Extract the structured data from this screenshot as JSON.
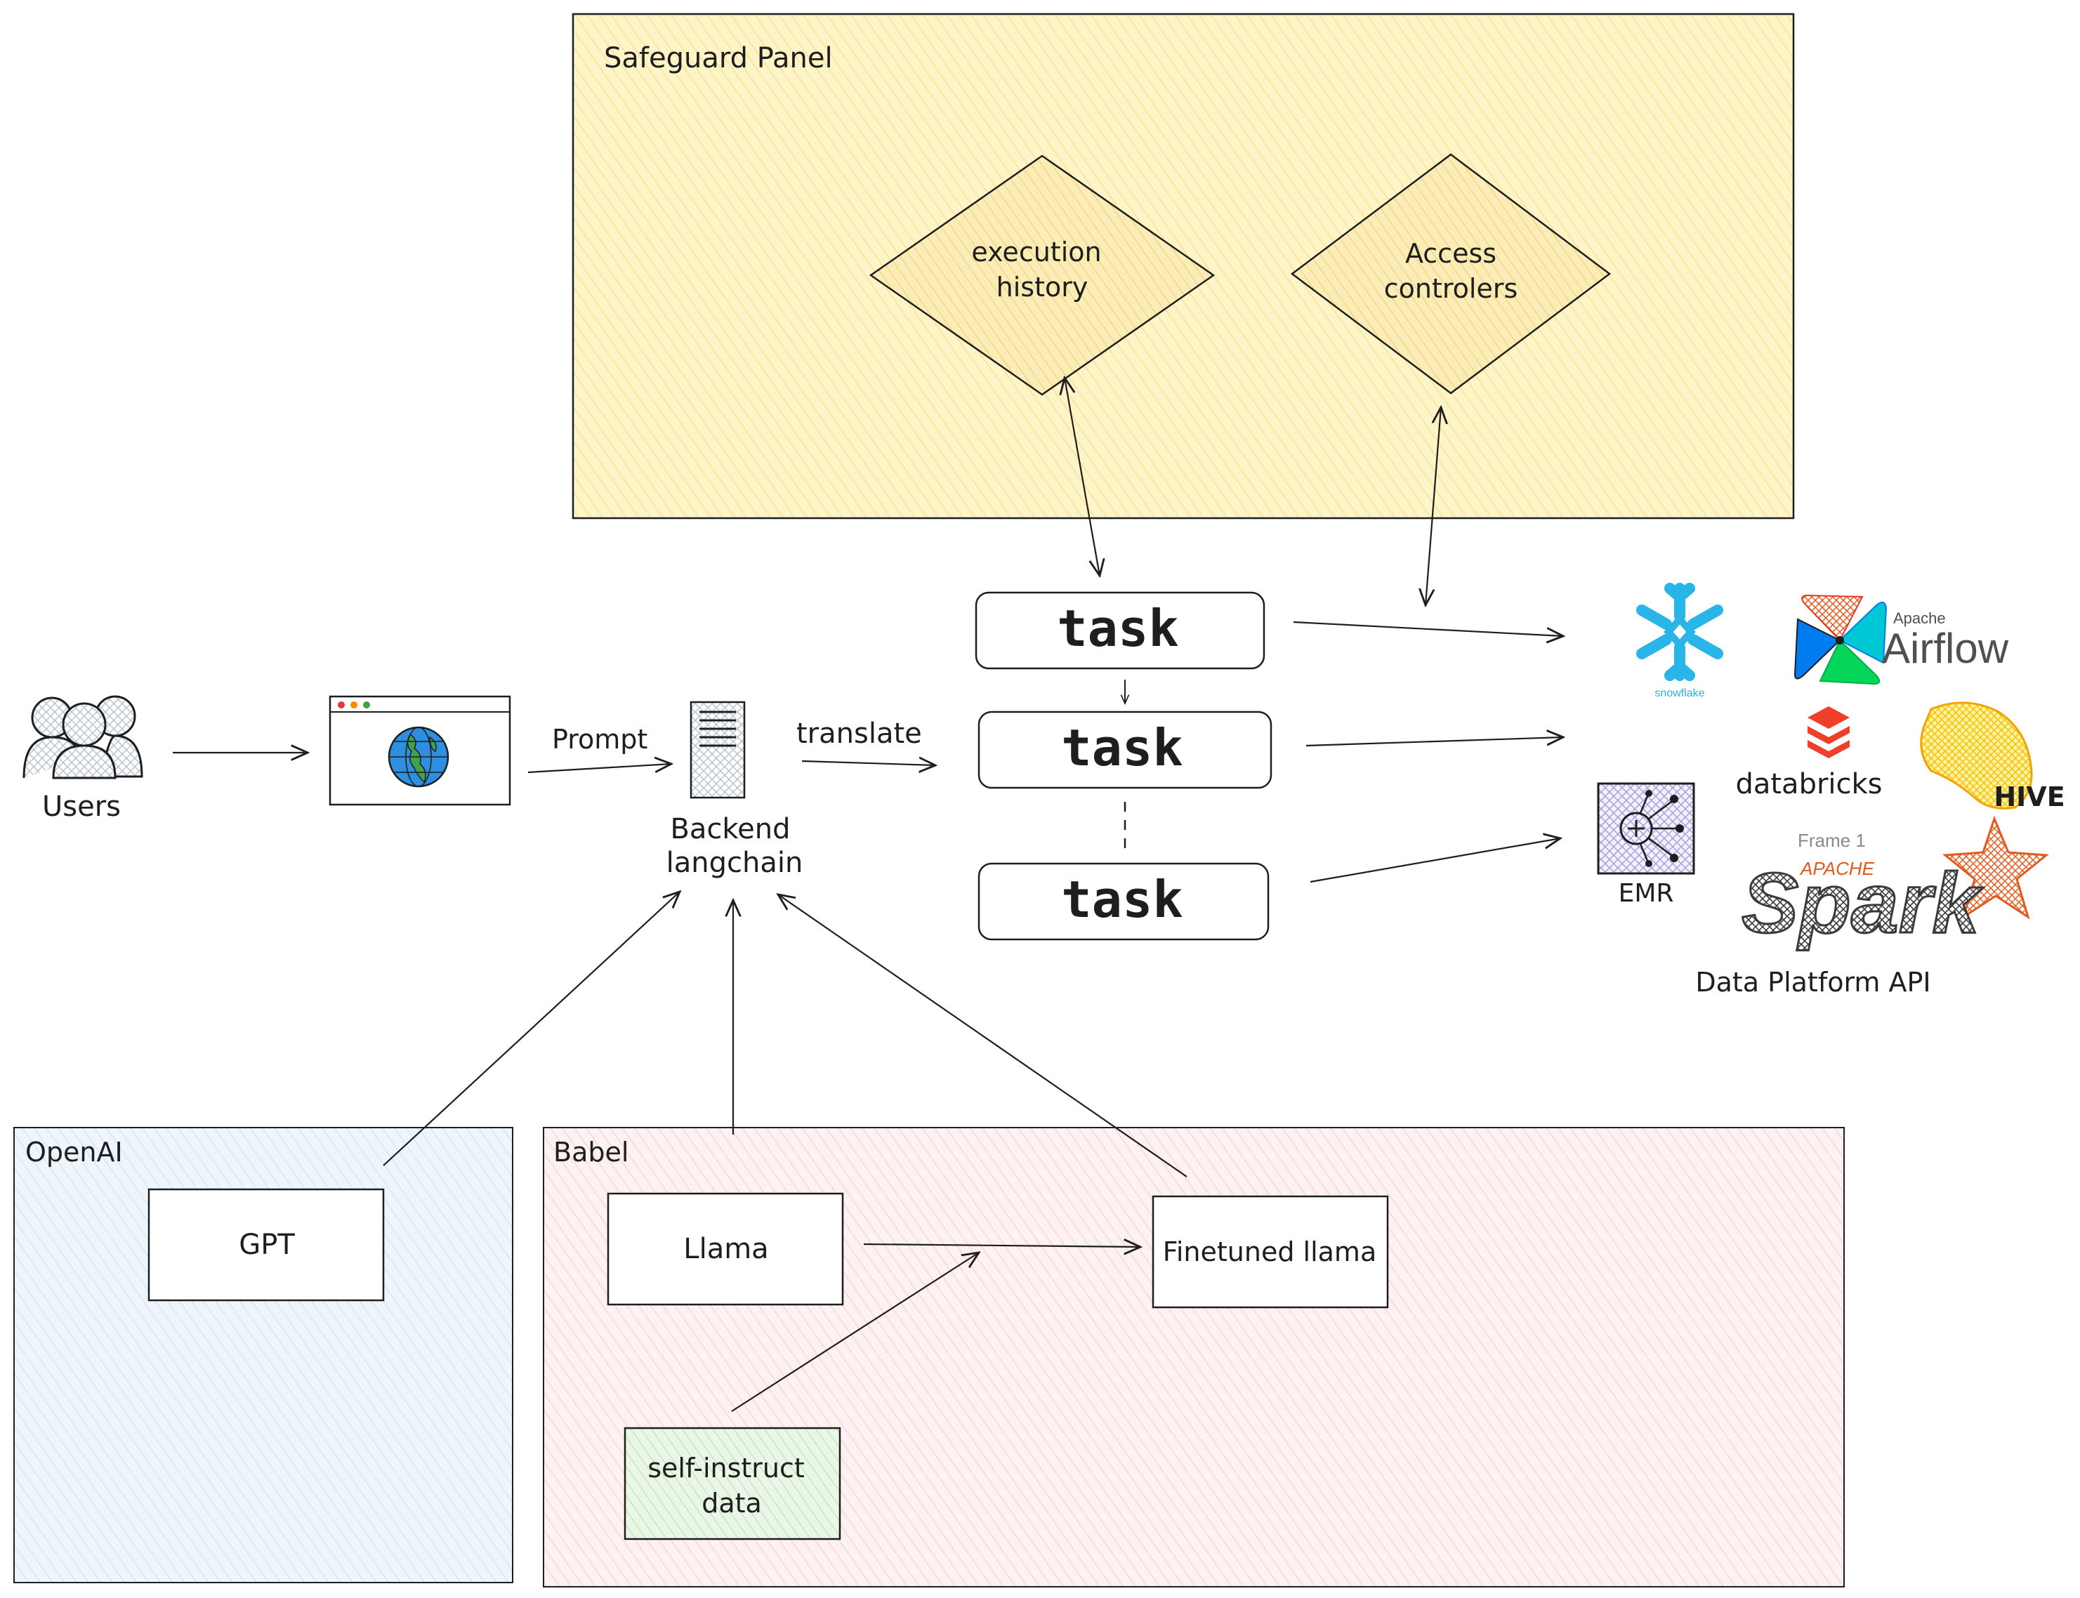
{
  "safeguard": {
    "title": "Safeguard Panel",
    "execution_line1": "execution",
    "execution_line2": "history",
    "access_line1": "Access",
    "access_line2": "controlers"
  },
  "users": {
    "label": "Users"
  },
  "flow": {
    "prompt": "Prompt",
    "translate": "translate"
  },
  "backend": {
    "line1": "Backend",
    "line2": "langchain"
  },
  "tasks": [
    "task",
    "task",
    "task"
  ],
  "platform": {
    "snowflake": "snowflake",
    "airflow_small": "Apache",
    "airflow": "Airflow",
    "databricks": "databricks",
    "hive": "HIVE",
    "emr": "EMR",
    "frame": "Frame 1",
    "spark_small": "APACHE",
    "spark": "Spark",
    "caption": "Data Platform API"
  },
  "openai": {
    "title": "OpenAI",
    "gpt": "GPT"
  },
  "babel": {
    "title": "Babel",
    "llama": "Llama",
    "finetuned": "Finetuned llama",
    "selfinstruct_line1": "self-instruct",
    "selfinstruct_line2": "data"
  },
  "colors": {
    "ink": "#1e1e1e",
    "safeguard_fill": "#fdf4c8",
    "diamond_fill": "#fbe7a6",
    "openai_fill": "#e4f0f8",
    "babel_fill": "#fbe8e8",
    "selfinstruct_fill": "#e2f2de",
    "snowflake_blue": "#29b5e8",
    "databricks_red": "#ef3e2a",
    "hive_yellow": "#fdd835",
    "spark_orange": "#e25a1c"
  }
}
